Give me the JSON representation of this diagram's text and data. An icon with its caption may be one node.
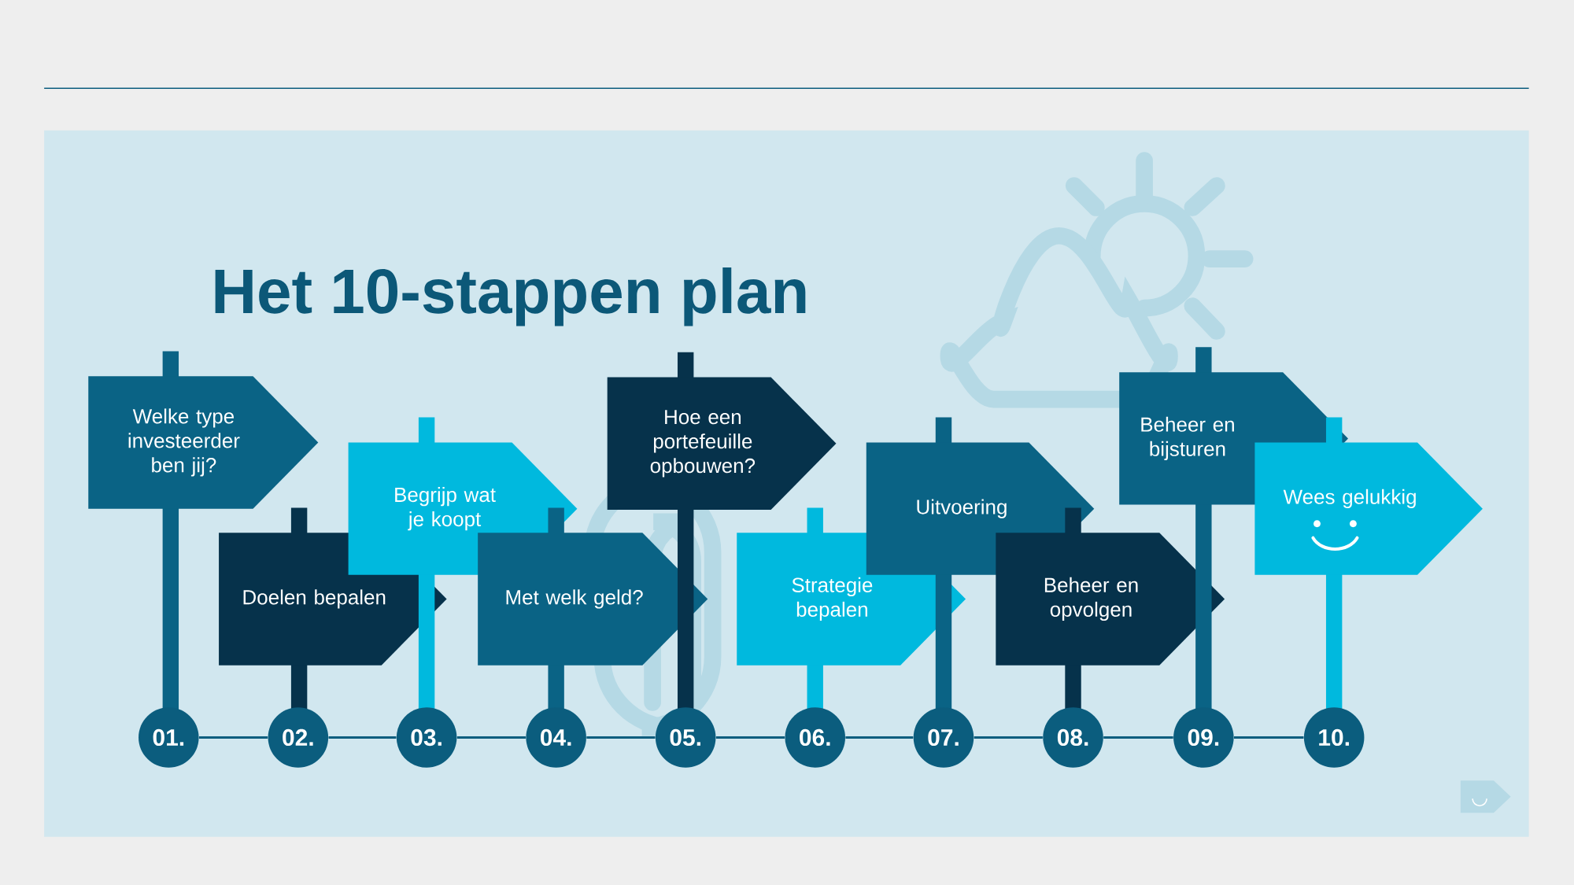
{
  "diagram": {
    "title": "Het 10-stappen plan",
    "nodes": [
      {
        "text": [
          "Welke type investeerder ben jij?"
        ]
      },
      {
        "text": [
          "Doelen bepalen"
        ]
      },
      {
        "text": [
          "Begrijp wat je koopt"
        ]
      },
      {
        "text": [
          "Met welk geld?"
        ]
      },
      {
        "text": [
          "Hoe een portefeuille opbouwen?"
        ]
      },
      {
        "text": [
          "Strategie bepalen"
        ]
      },
      {
        "text": [
          "Uitvoering"
        ]
      },
      {
        "text": [
          "Beheer en opvolgen"
        ]
      },
      {
        "text": [
          "Beheer en bijsturen"
        ]
      },
      {
        "text": [
          "Wees gelukkig"
        ]
      },
      {
        "text": [
          "01."
        ]
      },
      {
        "text": [
          "02."
        ]
      },
      {
        "text": [
          "03."
        ]
      },
      {
        "text": [
          "04."
        ]
      },
      {
        "text": [
          "05."
        ]
      },
      {
        "text": [
          "06."
        ]
      },
      {
        "text": [
          "07."
        ]
      },
      {
        "text": [
          "08."
        ]
      },
      {
        "text": [
          "09."
        ]
      },
      {
        "text": [
          "10."
        ]
      }
    ],
    "edges": [
      {
        "from": 10,
        "to": 11,
        "arrow": "none"
      },
      {
        "from": 11,
        "to": 12,
        "arrow": "none"
      },
      {
        "from": 12,
        "to": 13,
        "arrow": "none"
      },
      {
        "from": 13,
        "to": 14,
        "arrow": "none"
      },
      {
        "from": 14,
        "to": 15,
        "arrow": "none"
      },
      {
        "from": 15,
        "to": 16,
        "arrow": "none"
      },
      {
        "from": 16,
        "to": 17,
        "arrow": "none"
      },
      {
        "from": 17,
        "to": 18,
        "arrow": "none"
      },
      {
        "from": 18,
        "to": 19,
        "arrow": "none"
      }
    ]
  }
}
